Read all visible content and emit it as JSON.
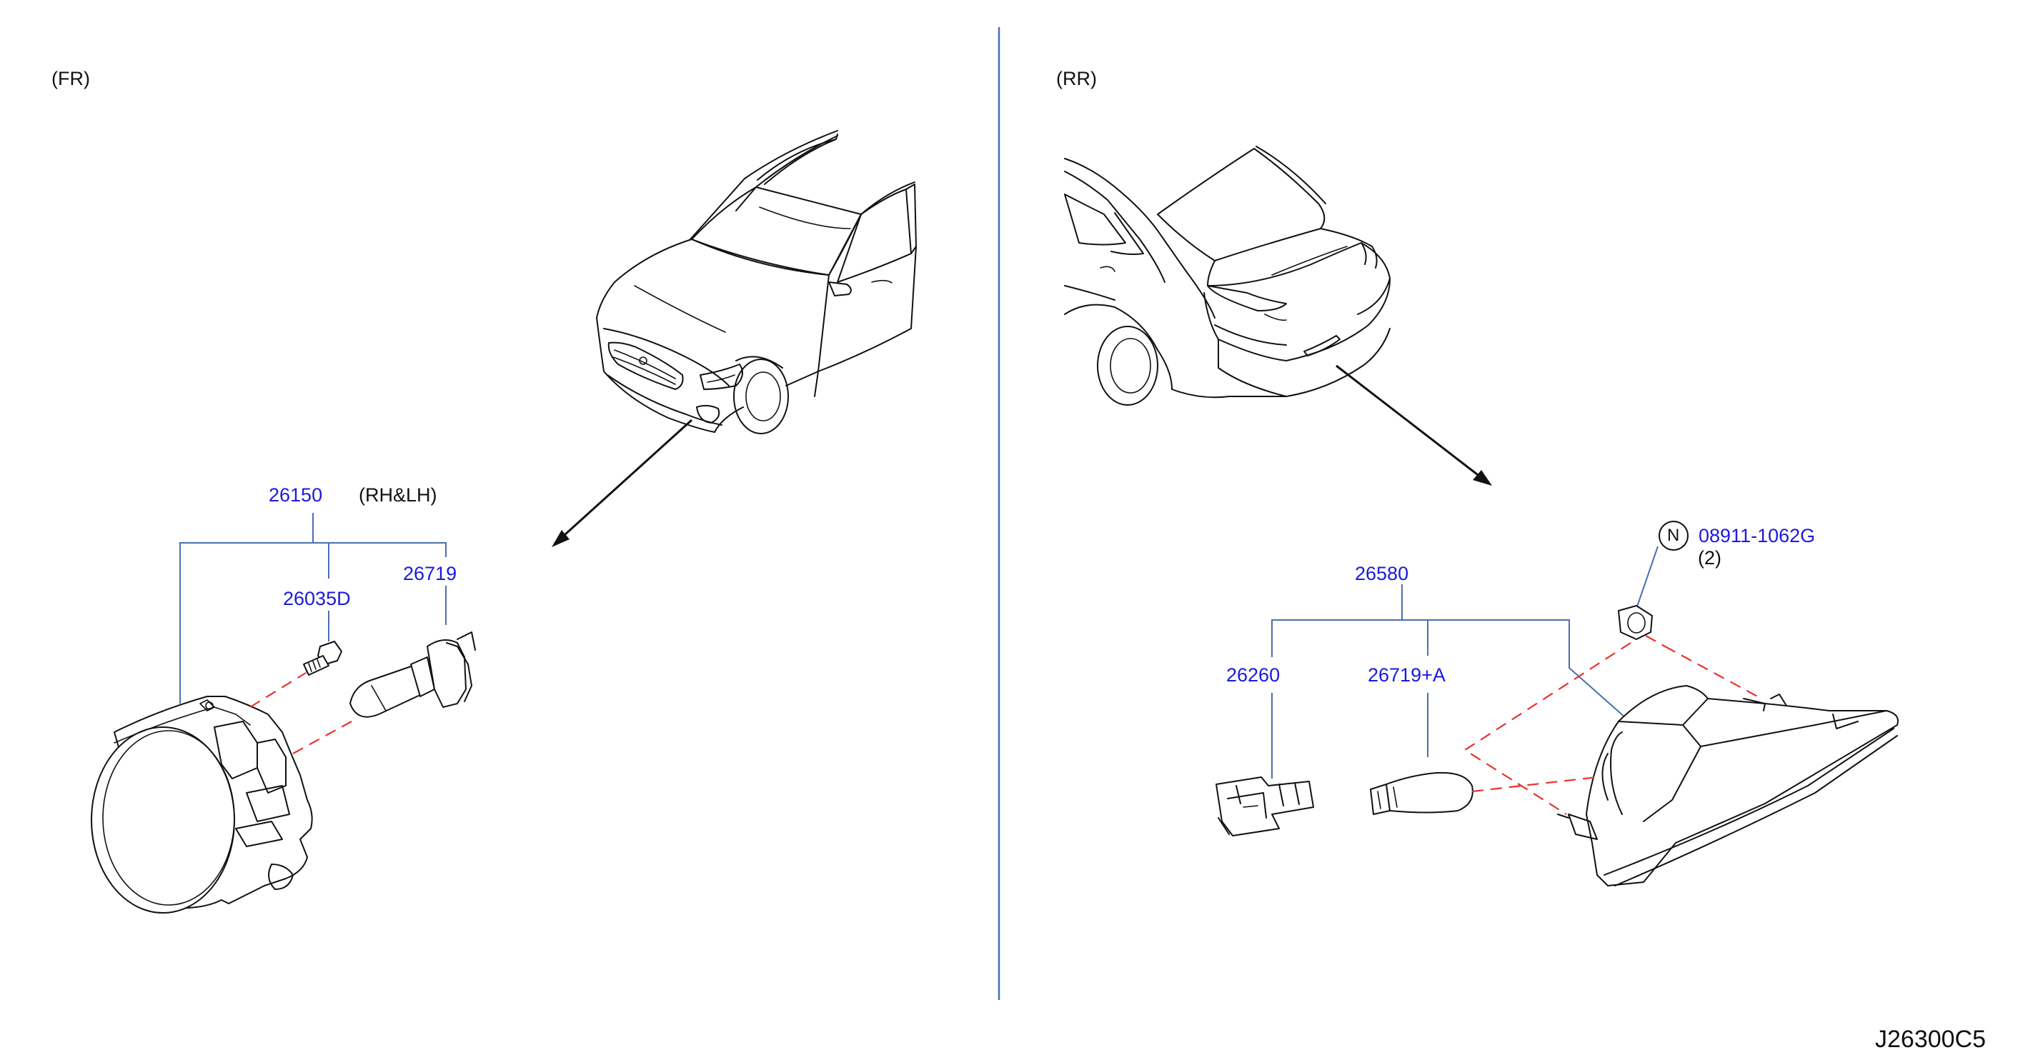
{
  "sections": {
    "front": "(FR)",
    "rear": "(RR)"
  },
  "front_parts": {
    "assembly": "26150",
    "assembly_note": "(RH&LH)",
    "screw": "26035D",
    "bulb": "26719"
  },
  "rear_parts": {
    "assembly": "26580",
    "socket": "26260",
    "bulb": "26719+A",
    "nut_symbol": "N",
    "nut": "08911-1062G",
    "nut_qty": "(2)"
  },
  "figure_id": "J26300C5",
  "colors": {
    "part_number": "#1a1adf",
    "leader_line": "#4a6fb0",
    "exploded_dash": "#e8332f",
    "drawing_line": "#111111"
  }
}
